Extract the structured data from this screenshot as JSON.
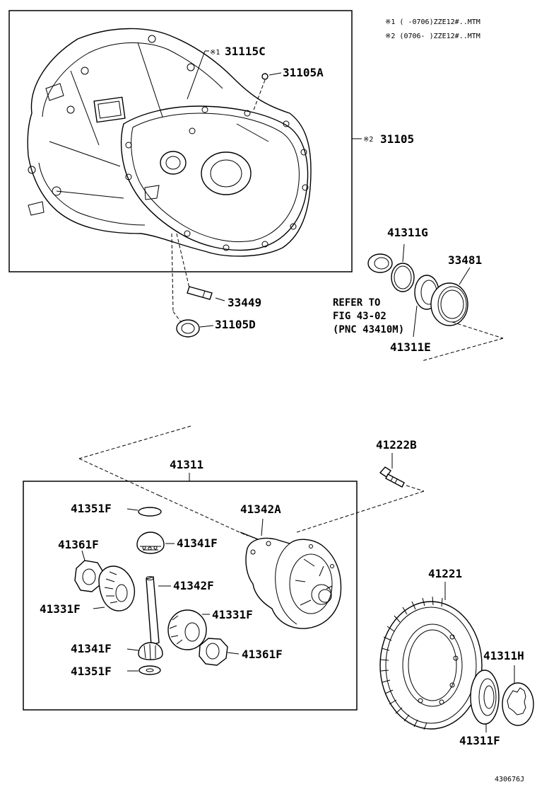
{
  "notes": {
    "note1": "※1 (     -0706)ZZE12#..MTM",
    "note2": "※2 (0706-     )ZZE12#..MTM"
  },
  "labels": {
    "p31115C": "31115C",
    "p31115C_mark": "※1",
    "p31105A": "31105A",
    "p31105": "31105",
    "p31105_mark": "※2",
    "p33449": "33449",
    "p31105D": "31105D",
    "p41311G": "41311G",
    "p33481": "33481",
    "p41311E": "41311E",
    "p41311": "41311",
    "p41222B": "41222B",
    "p41351F_top": "41351F",
    "p41342A": "41342A",
    "p41341F_top": "41341F",
    "p41361F_left": "41361F",
    "p41342F": "41342F",
    "p41331F_left": "41331F",
    "p41331F_right": "41331F",
    "p41341F_bottom": "41341F",
    "p41361F_right": "41361F",
    "p41351F_bottom": "41351F",
    "p41221": "41221",
    "p41311H": "41311H",
    "p41311F": "41311F"
  },
  "reference": {
    "line1": "REFER TO",
    "line2": "FIG 43-02",
    "line3": "(PNC 43410M)"
  },
  "illustration_id": "430676J"
}
